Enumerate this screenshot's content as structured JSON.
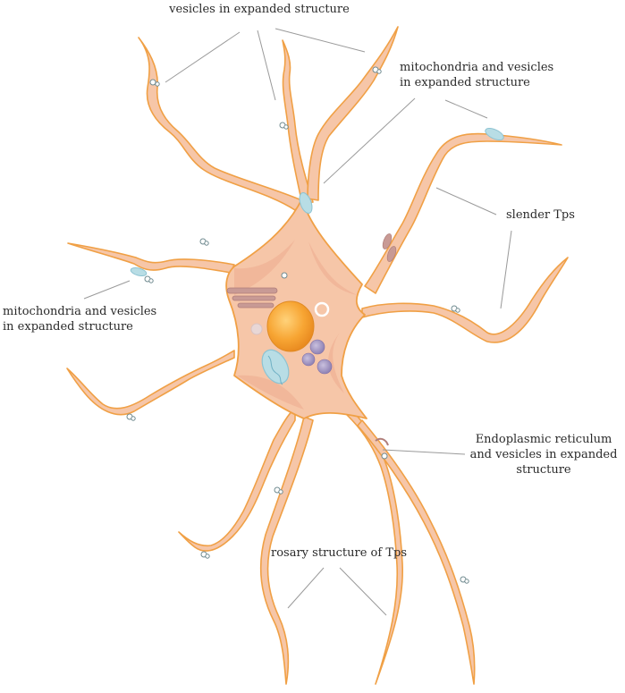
{
  "labels": {
    "vesicles_top": "vesicles in expanded structure",
    "mito_top_right": "mitochondria and vesicles\nin expanded structure",
    "slender": "slender Tps",
    "mito_left": "mitochondria and vesicles\nin expanded structure",
    "er": "Endoplasmic reticulum\nand vesicles in expanded\nstructure",
    "rosary": "rosary structure of Tps"
  },
  "colors": {
    "cell_fill": "#f6c6a8",
    "cell_outline": "#f0a045",
    "nucleus": "#f3a030",
    "leader_line": "#9a9a9a",
    "mitochondria": "#9fd0dc",
    "vesicle": "#b0a4c8"
  }
}
